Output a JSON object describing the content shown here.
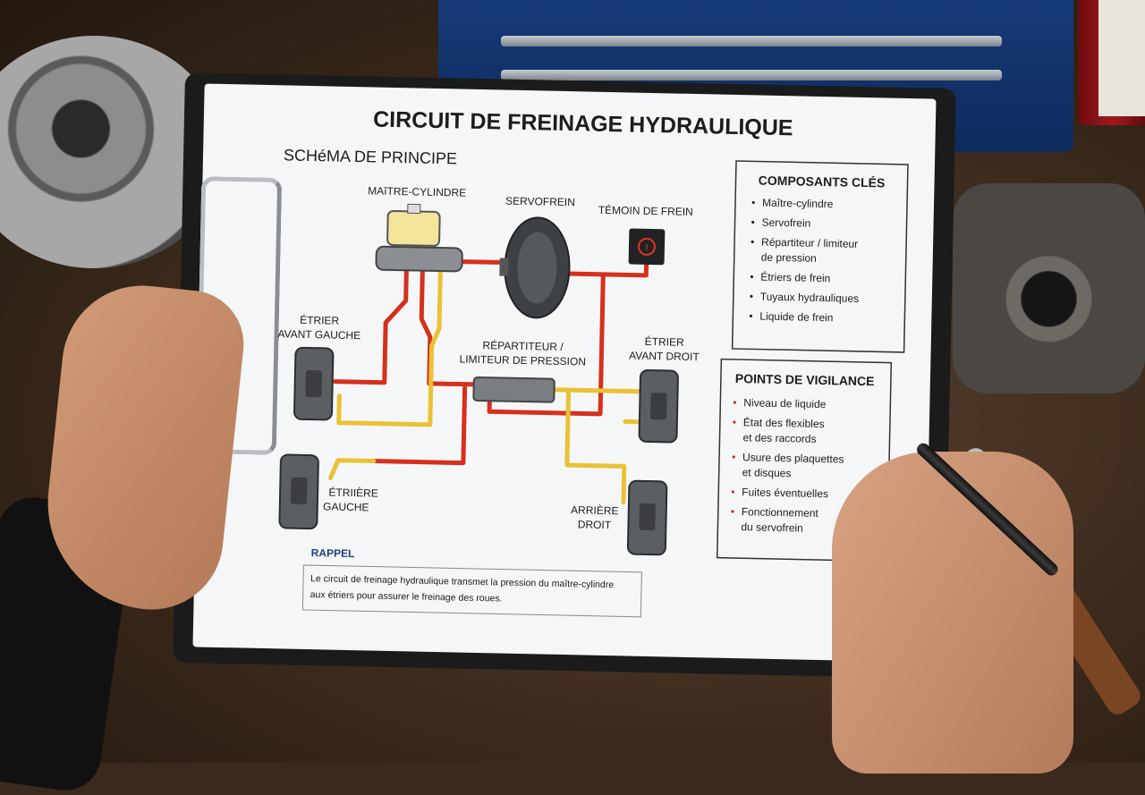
{
  "title": "CIRCUIT DE FREINAGE HYDRAULIQUE",
  "subtitle": "SCHéMA DE PRINCIPE",
  "diagram_labels": {
    "master_cylinder": "MAîTRE-CYLINDRE",
    "servo": "SERVOFREIN",
    "warning_light_l1": "TÉMOIN DE FREIN",
    "front_left_l1": "ÉTRIER",
    "front_left_l2": "AVANT GAUCHE",
    "front_right_l1": "ÉTRIER",
    "front_right_l2": "AVANT DROIT",
    "distributor_l1": "RÉPARTITEUR /",
    "distributor_l2": "LIMITEUR DE PRESSION",
    "rear_left_l1": "ÉTRIIÈRE",
    "rear_left_l2": "GAUCHE",
    "rear_right_l1": "ARRIÈRE",
    "rear_right_l2": "DROIT"
  },
  "components_box": {
    "heading": "COMPOSANTS CLÉS",
    "items": [
      [
        "Maître-cylindre"
      ],
      [
        "Servofrein"
      ],
      [
        "Répartiteur / limiteur",
        "de pression"
      ],
      [
        "Étriers de frein"
      ],
      [
        "Tuyaux hydrauliques"
      ],
      [
        "Liquide de frein"
      ]
    ]
  },
  "vigilance_box": {
    "heading": "POINTS DE VIGILANCE",
    "items": [
      [
        "Niveau de liquide"
      ],
      [
        "État des flexibles",
        "et des raccords"
      ],
      [
        "Usure des plaquettes",
        "et disques"
      ],
      [
        "Fuites éventuelles"
      ],
      [
        "Fonctionnement",
        "du servofrein"
      ]
    ]
  },
  "reminder": {
    "heading": "RAPPEL",
    "line1": "Le circuit de freinage hydraulique transmet la pression du maître-cylindre",
    "line2": "aux étriers pour assurer le freinage des roues."
  },
  "colors": {
    "line_red": "#d6301d",
    "line_yellow": "#e9c235",
    "reservoir": "#f4e49a",
    "caliper": "#5b5e62",
    "bullet_red": "#c9261a",
    "heading_blue": "#1f3f7a"
  }
}
